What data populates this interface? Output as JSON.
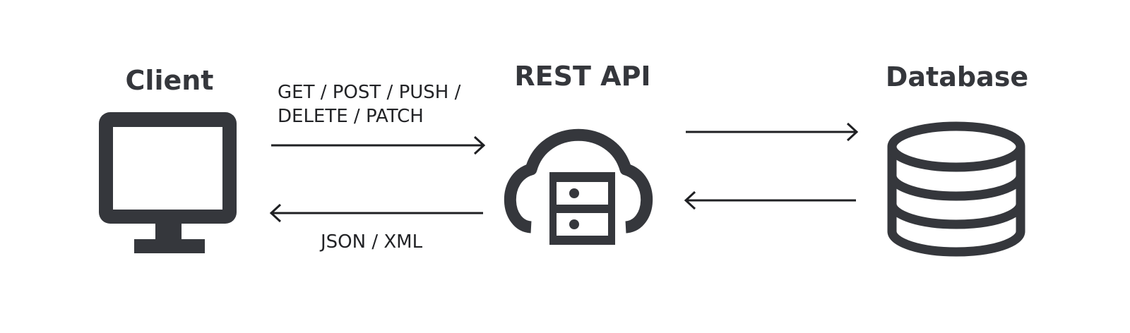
{
  "nodes": {
    "client": {
      "label": "Client",
      "icon": "monitor-icon"
    },
    "rest_api": {
      "label": "REST API",
      "icon": "cloud-server-icon"
    },
    "database": {
      "label": "Database",
      "icon": "database-icon"
    }
  },
  "edges": {
    "request": {
      "from": "Client",
      "to": "REST API",
      "label_line1": "GET / POST / PUSH /",
      "label_line2": "DELETE / PATCH"
    },
    "response": {
      "from": "REST API",
      "to": "Client",
      "label": "JSON / XML"
    },
    "api_to_db": {
      "from": "REST API",
      "to": "Database"
    },
    "db_to_api": {
      "from": "Database",
      "to": "REST API"
    }
  },
  "colors": {
    "icon": "#35373c",
    "arrow": "#1f2023",
    "text": "#222326",
    "background": "#ffffff"
  }
}
